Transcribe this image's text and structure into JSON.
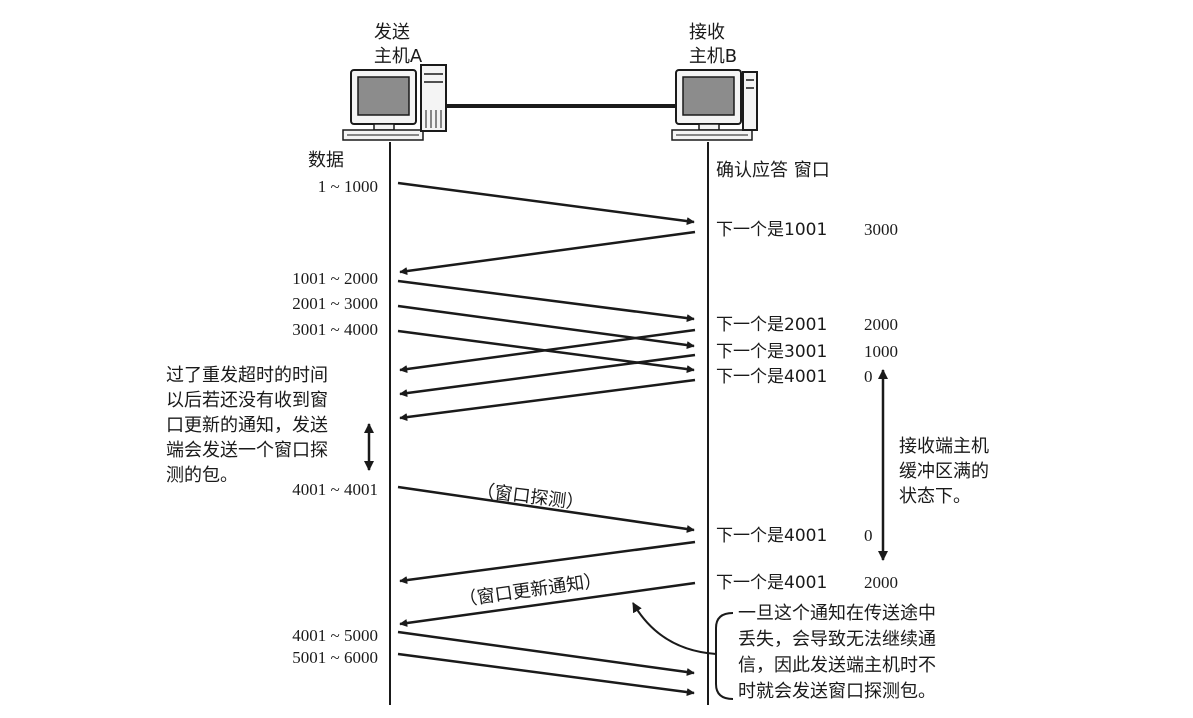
{
  "hosts": {
    "sender": {
      "line1": "发送",
      "line2": "主机A"
    },
    "receiver": {
      "line1": "接收",
      "line2": "主机B"
    }
  },
  "headers": {
    "data": "数据",
    "ack_window": "确认应答 窗口"
  },
  "sender_labels": [
    "1 ~ 1000",
    "1001 ~ 2000",
    "2001 ~ 3000",
    "3001 ~ 4000",
    "4001 ~ 4001",
    "4001 ~ 5000",
    "5001 ~ 6000"
  ],
  "receiver_labels": [
    {
      "ack": "下一个是1001",
      "window": "3000"
    },
    {
      "ack": "下一个是2001",
      "window": "2000"
    },
    {
      "ack": "下一个是3001",
      "window": "1000"
    },
    {
      "ack": "下一个是4001",
      "window": "0"
    },
    {
      "ack": "下一个是4001",
      "window": "0"
    },
    {
      "ack": "下一个是4001",
      "window": "2000"
    }
  ],
  "annotations": {
    "timeout_note": [
      "过了重发超时的时间",
      "以后若还没有收到窗",
      "口更新的通知，发送",
      "端会发送一个窗口探",
      "测的包。"
    ],
    "buffer_full": [
      "接收端主机",
      "缓冲区满的",
      "状态下。"
    ],
    "loss_note": [
      "一旦这个通知在传送途中",
      "丢失，会导致无法继续通",
      "信，因此发送端主机时不",
      "时就会发送窗口探测包。"
    ],
    "window_probe": "（窗口探测）",
    "window_update": "（窗口更新通知）"
  },
  "colors": {
    "ink": "#1a1a1a",
    "screen": "#8c8c8c",
    "case": "#f4f4f4"
  }
}
